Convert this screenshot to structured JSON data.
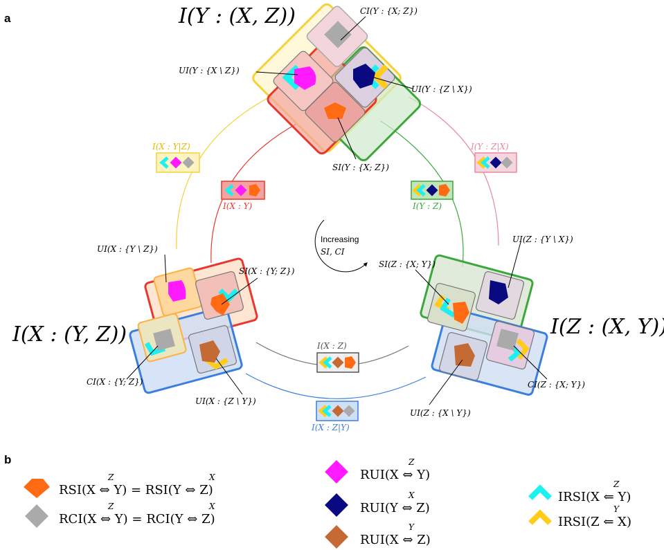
{
  "panel_a": "a",
  "panel_b": "b",
  "titles": {
    "top": "I(Y : (X, Z))",
    "left": "I(X : (Y, Z))",
    "right": "I(Z : (X, Y))"
  },
  "labels": {
    "ci_y": "CI(Y : {X; Z})",
    "ui_y_x": "UI(Y : {X \\ Z})",
    "ui_y_z": "UI(Y : {Z \\ X})",
    "si_y": "SI(Y : {X; Z})",
    "ui_x_y": "UI(X : {Y \\ Z})",
    "si_x": "SI(X : {Y; Z})",
    "ci_x": "CI(X : {Y; Z})",
    "ui_x_z": "UI(X : {Z \\ Y})",
    "ui_z_y": "UI(Z : {Y \\ X})",
    "si_z": "SI(Z : {X; Y})",
    "ci_z": "CI(Z : {X; Y})",
    "ui_z_x": "UI(Z : {X \\ Y})"
  },
  "boxes": {
    "ixy_given_z": "I(X : Y|Z)",
    "iyz_given_x": "I(Y : Z|X)",
    "ixy": "I(X : Y)",
    "iyz": "I(Y : Z)",
    "ixz": "I(X : Z)",
    "ixz_given_y": "I(X : Z|Y)"
  },
  "center": {
    "line1": "Increasing",
    "line2": "SI, CI"
  },
  "legend": {
    "rsi": "RSI(X ⇔ Y) = RSI(Y ⇔ Z)",
    "rci": "RCI(X ⇔ Y) = RCI(Y ⇔ Z)",
    "rui_xy": "RUI(X ⇔ Y)",
    "rui_yz": "RUI(Y ⇔ Z)",
    "rui_xz": "RUI(X ⇔ Z)",
    "irsi_x": "IRSI(X ⇐ Y)",
    "irsi_z": "IRSI(Z ⇐ X)",
    "over_rsi_1": "Z",
    "over_rsi_2": "X",
    "over_rci_1": "Z",
    "over_rci_2": "X",
    "over_rui_xy": "Z",
    "over_rui_yz": "X",
    "over_rui_xz": "Y",
    "over_irsi_x": "Z",
    "over_irsi_z": "Y"
  },
  "colors": {
    "orange_si": "#ff6a13",
    "gray_ci": "#aaaaaa",
    "magenta": "#ff1aff",
    "navy": "#0a0a80",
    "brown": "#c46a34",
    "cyan": "#1cf0f0",
    "yellow": "#ffcc1a",
    "red": "#e8382e",
    "green": "#3aa83a",
    "blue": "#3a7ee0",
    "gold": "#f5d23a",
    "pink": "#e68a9a"
  }
}
